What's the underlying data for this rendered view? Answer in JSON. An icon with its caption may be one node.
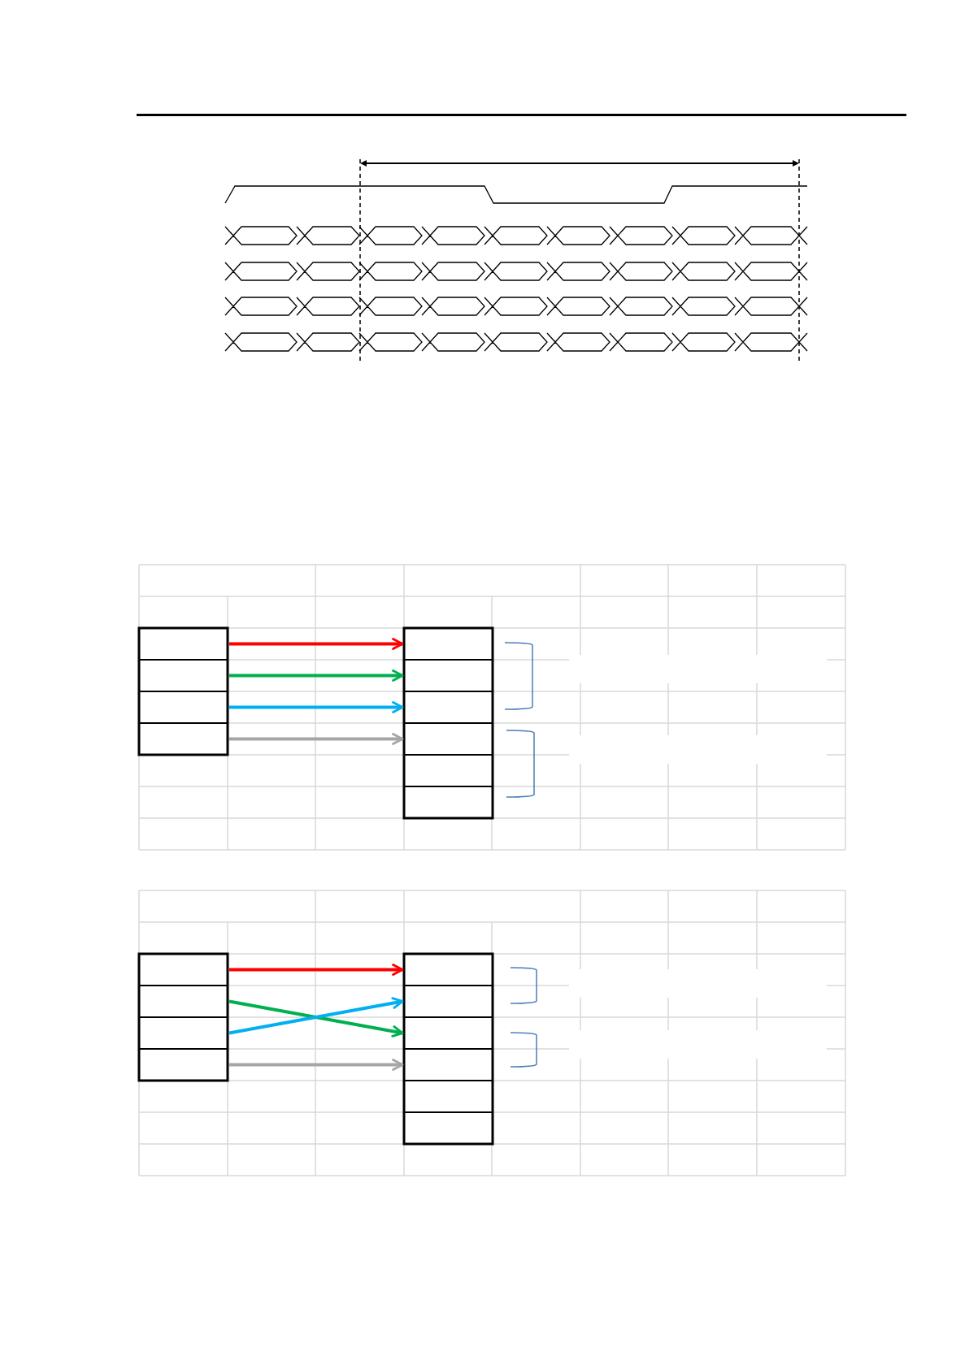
{
  "diagram": {
    "nodes": [
      {
        "text": [],
        "shape": "box"
      },
      {
        "text": [],
        "shape": "box"
      },
      {
        "text": [],
        "shape": "box"
      },
      {
        "text": [],
        "shape": "box"
      },
      {
        "text": [],
        "shape": "box"
      },
      {
        "text": [],
        "shape": "box"
      },
      {
        "text": [],
        "shape": "box"
      },
      {
        "text": [],
        "shape": "box"
      },
      {
        "text": [],
        "shape": "box"
      },
      {
        "text": [],
        "shape": "box"
      },
      {
        "text": [],
        "shape": "box"
      },
      {
        "text": [],
        "shape": "box"
      },
      {
        "text": [],
        "shape": "box"
      },
      {
        "text": [],
        "shape": "box"
      },
      {
        "text": [],
        "shape": "box"
      },
      {
        "text": [],
        "shape": "box"
      },
      {
        "text": [],
        "shape": "box"
      },
      {
        "text": [],
        "shape": "box"
      },
      {
        "text": [],
        "shape": "box"
      },
      {
        "text": [],
        "shape": "box"
      }
    ],
    "edges": [
      {
        "from": 0,
        "to": 4,
        "arrow": "to",
        "color": "#ff0000"
      },
      {
        "from": 1,
        "to": 5,
        "arrow": "to",
        "color": "#00b050"
      },
      {
        "from": 2,
        "to": 6,
        "arrow": "to",
        "color": "#00b0f0"
      },
      {
        "from": 3,
        "to": 7,
        "arrow": "to",
        "color": "#a6a6a6"
      },
      {
        "from": 10,
        "to": 14,
        "arrow": "to",
        "color": "#ff0000"
      },
      {
        "from": 11,
        "to": 16,
        "arrow": "to",
        "color": "#00b050"
      },
      {
        "from": 12,
        "to": 15,
        "arrow": "to",
        "color": "#00b0f0"
      },
      {
        "from": 13,
        "to": 17,
        "arrow": "to",
        "color": "#a6a6a6"
      }
    ]
  }
}
